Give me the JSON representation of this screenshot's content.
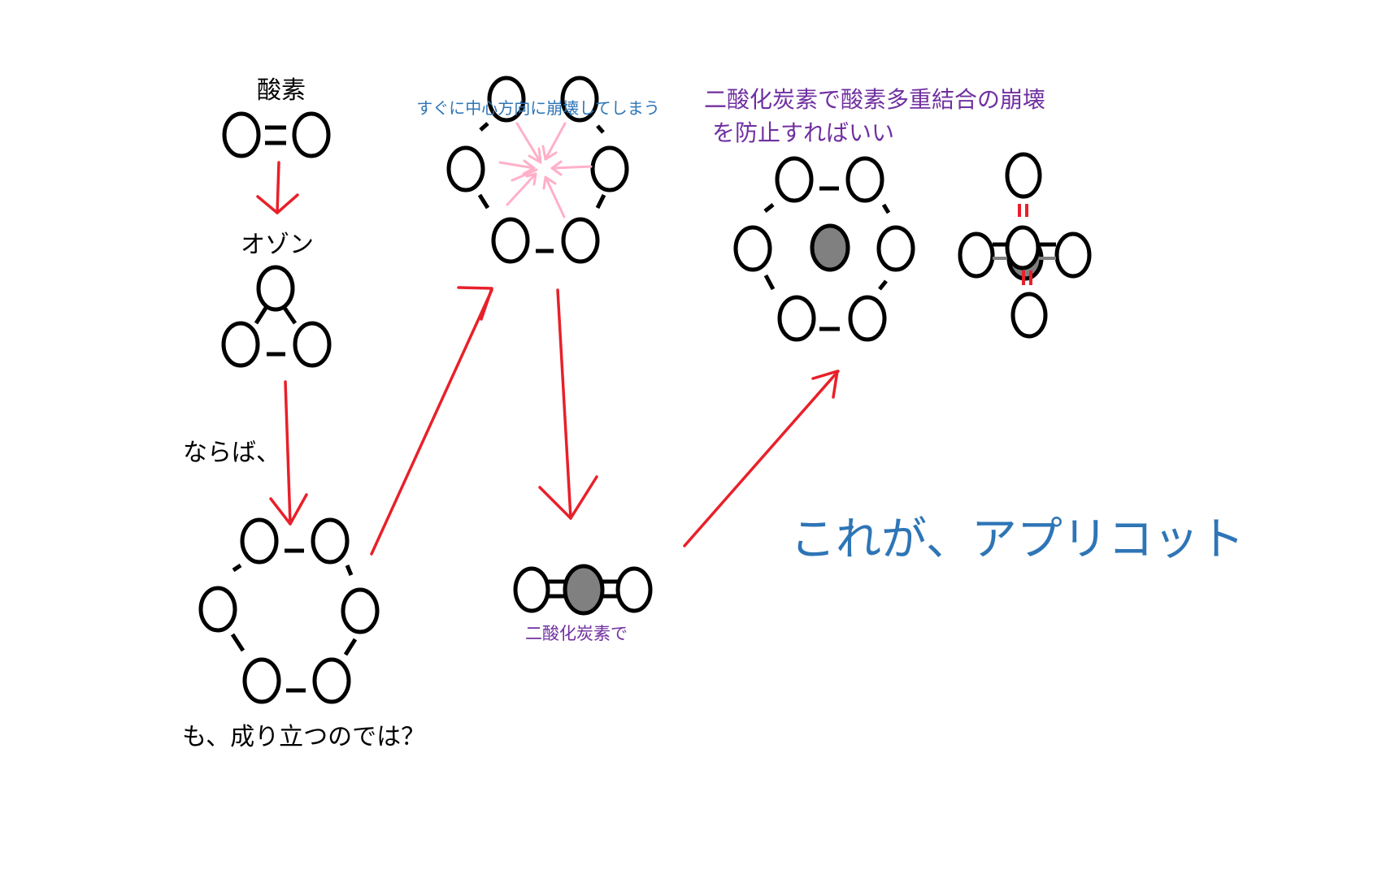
{
  "labels": {
    "oxygen": "酸素",
    "ozone": "オゾン",
    "then": "ならば、",
    "question": "も、成り立つのでは？",
    "collapse": "すぐに中心方向に崩壊してしまう",
    "co2": "二酸化炭素で",
    "prevent_line1": "二酸化炭素で酸素多重結合の崩壊",
    "prevent_line2": "を防止すればいい",
    "conclusion": "これが、アプリコット"
  },
  "colors": {
    "arrow": "#e8202a",
    "collapse_arrows": "#ffb0c8",
    "collapse_text": "#2e75b6",
    "purple_text": "#7030a0",
    "conclusion_text": "#2e75b6",
    "carbon_fill": "#808080"
  }
}
